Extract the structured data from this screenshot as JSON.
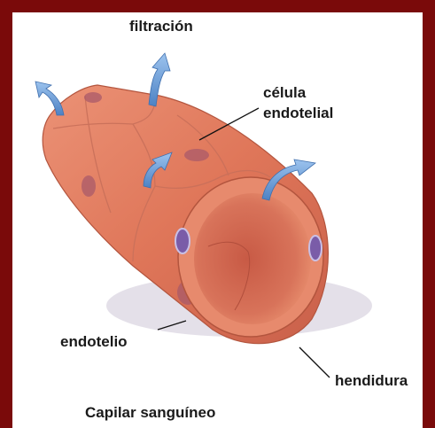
{
  "labels": {
    "filtracion": "filtración",
    "celula_line1": "célula",
    "celula_line2": "endotelial",
    "endotelio": "endotelio",
    "hendidura": "hendidura",
    "caption": "Capilar sanguíneo"
  },
  "colors": {
    "frame": "#7a0a0a",
    "vessel": "#e07a5a",
    "vessel_dark": "#b94c3a",
    "arrow": "#6b9fd6",
    "nucleus": "#7a5ca8"
  }
}
